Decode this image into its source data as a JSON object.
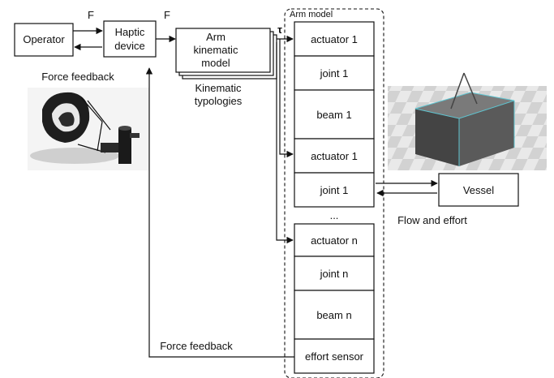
{
  "diagram": {
    "operator_label": "Operator",
    "haptic_label_line1": "Haptic",
    "haptic_label_line2": "device",
    "force_label_1": "F",
    "force_label_2": "F",
    "force_feedback_top": "Force feedback",
    "arm_kin_line1": "Arm",
    "arm_kin_line2": "kinematic",
    "arm_kin_line3": "model",
    "kinematic_typologies_line1": "Kinematic",
    "kinematic_typologies_line2": "typologies",
    "tau_label": "τ",
    "arm_model_title": "Arm model",
    "stack_upper": [
      "actuator 1",
      "joint 1",
      "beam 1",
      "actuator 1",
      "joint 1"
    ],
    "ellipsis": "...",
    "stack_lower": [
      "actuator n",
      "joint n",
      "beam n",
      "effort sensor"
    ],
    "vessel_label": "Vessel",
    "flow_effort_label": "Flow and effort",
    "force_feedback_bottom": "Force feedback"
  },
  "colors": {
    "line": "#111111",
    "block_fill": "#ffffff",
    "vessel_edge": "#5fc4d0"
  },
  "icons": [
    "haptic-device-photo",
    "vessel-render"
  ]
}
